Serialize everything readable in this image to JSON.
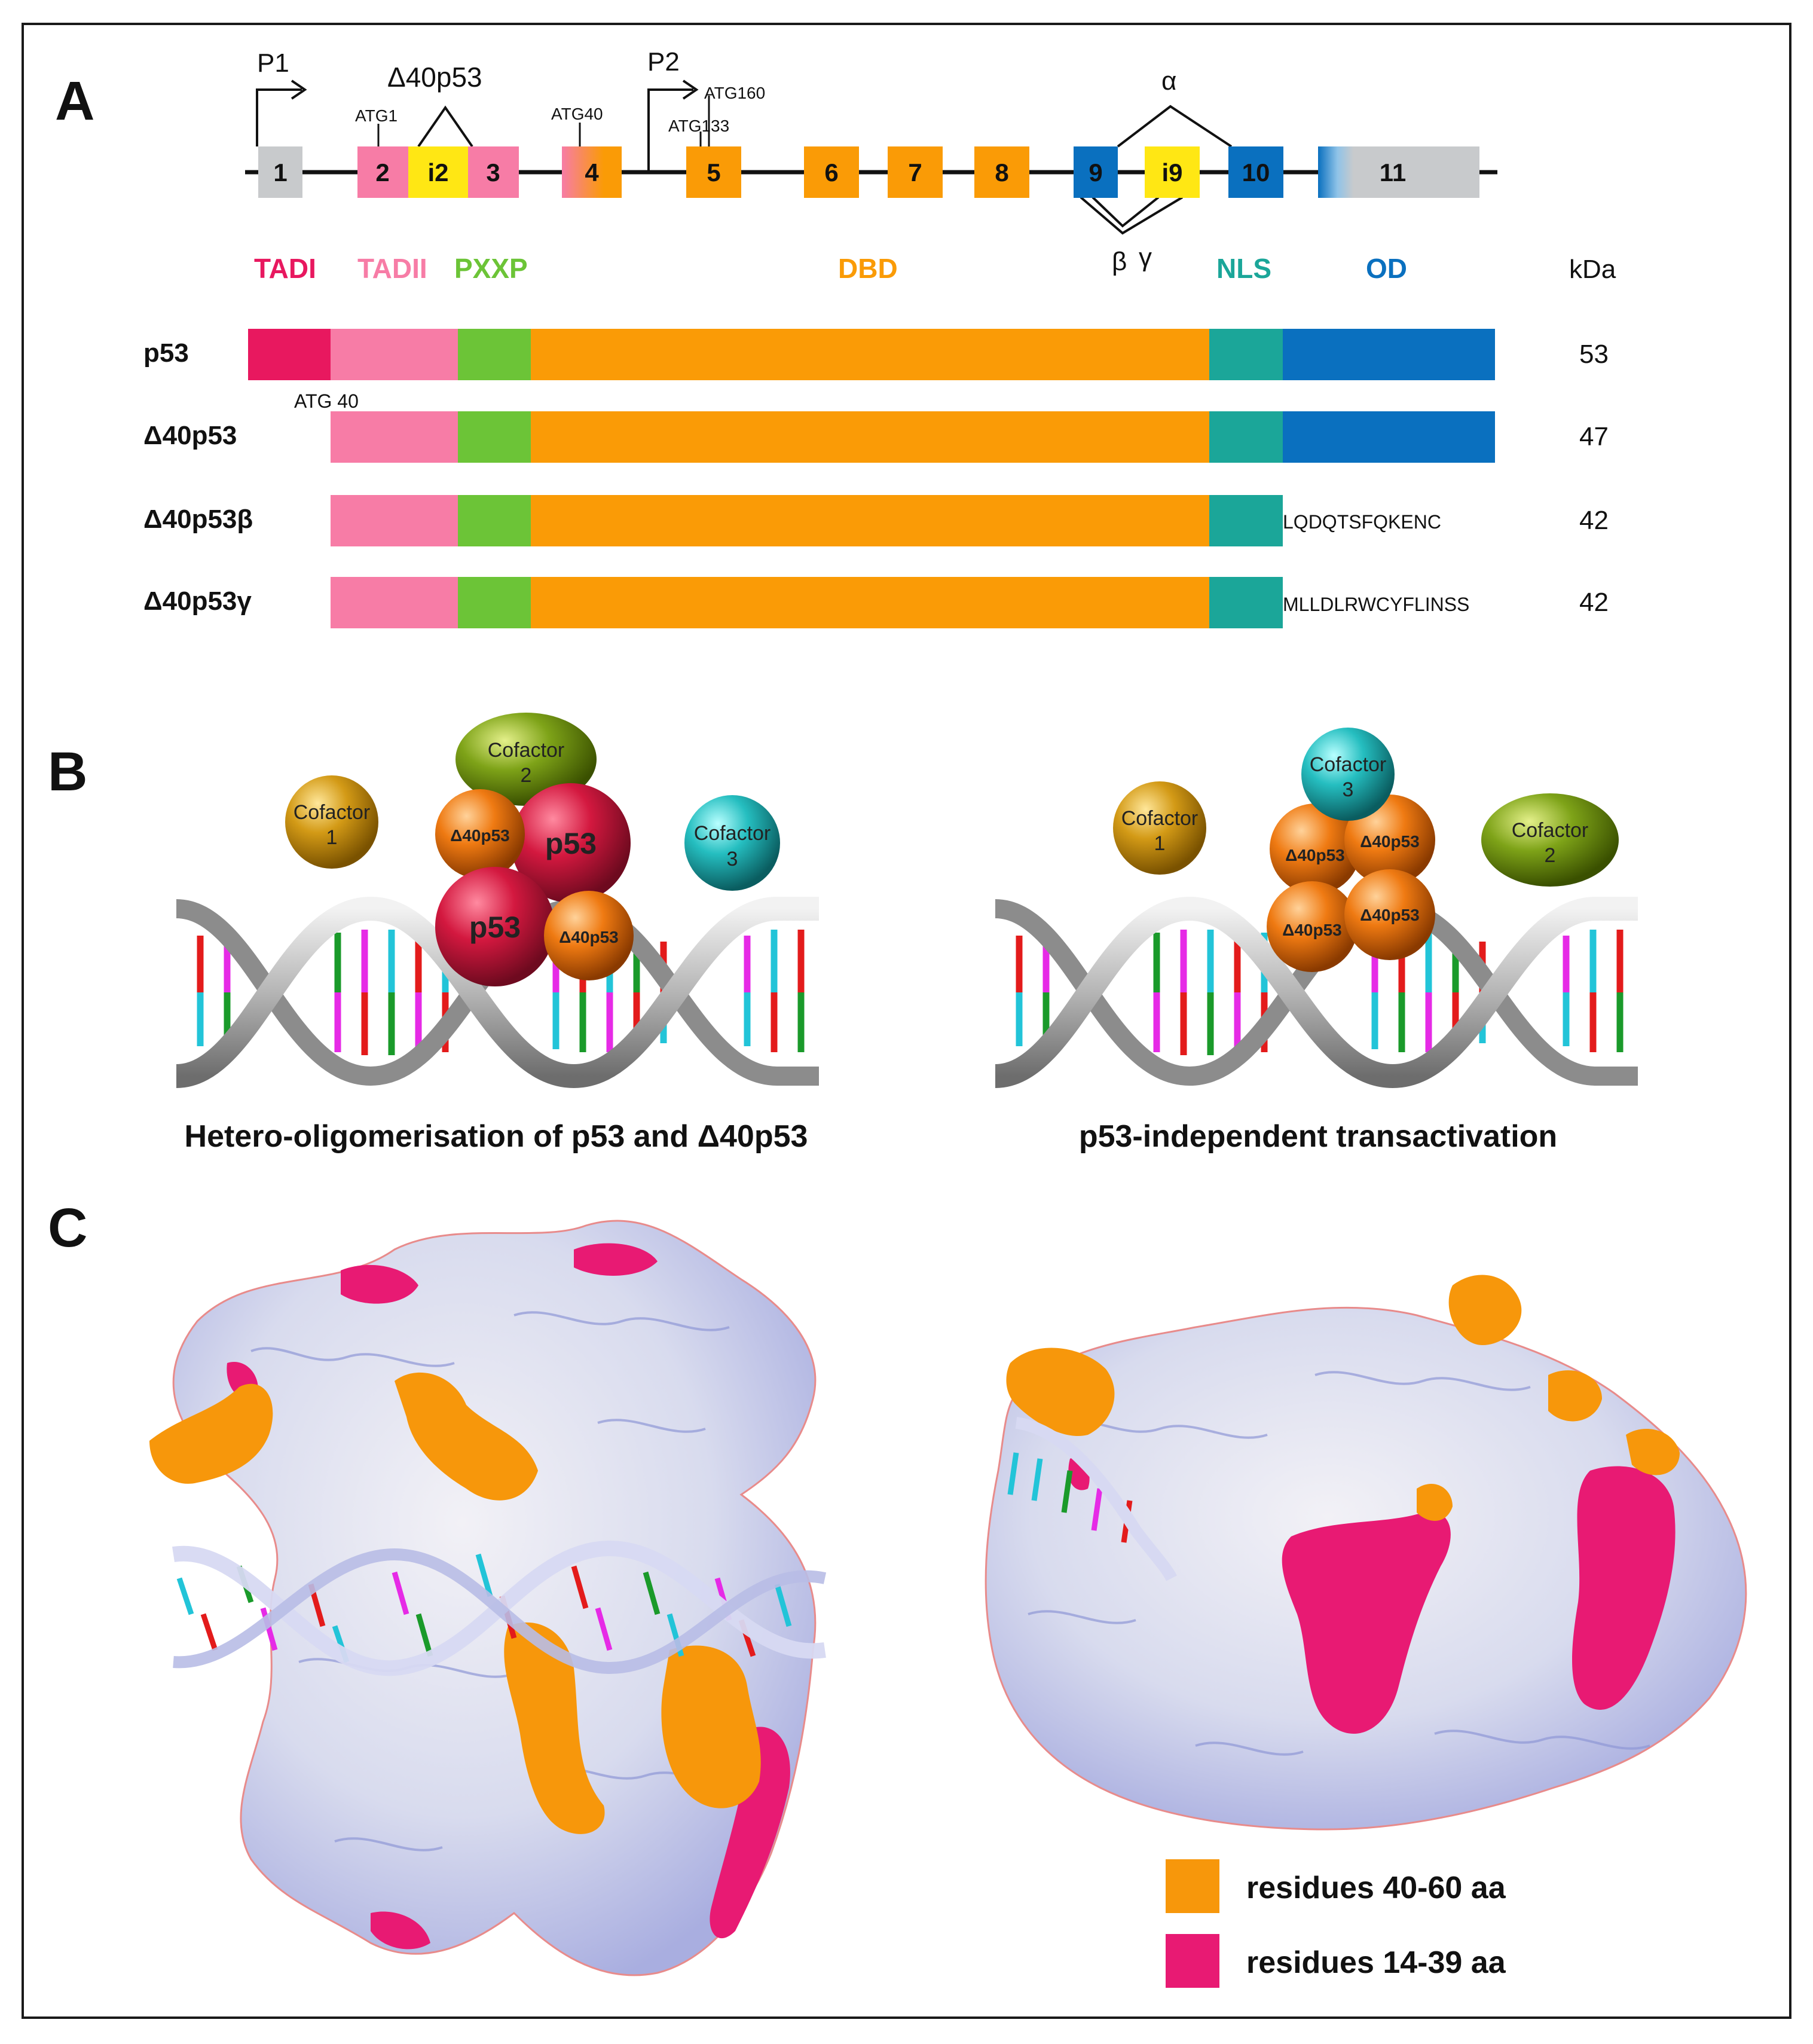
{
  "panel_labels": {
    "a": "A",
    "b": "B",
    "c": "C"
  },
  "colors": {
    "tad1": "#e8185f",
    "tad2": "#f77ca6",
    "pxxp": "#6cc437",
    "dbd": "#fa9b06",
    "nls": "#1ba699",
    "od": "#0a70bf",
    "exon_grey": "#c8cacc",
    "exon_pink": "#f77ca6",
    "exon_yellow": "#ffe714",
    "exon_orange": "#fa9b06",
    "exon_blue": "#0a70bf",
    "p53_ball": "#c8173f",
    "d40_ball": "#ef7a12",
    "cofactor1": "#d39a16",
    "cofactor2": "#7ea318",
    "cofactor3": "#25bec0",
    "residues_40_60": "#f7970b",
    "residues_14_39": "#e81a73",
    "protein_surface": "#dcdff0"
  },
  "gene": {
    "promoters": [
      "P1",
      "P2"
    ],
    "splice_labels": {
      "delta40": "Δ40p53",
      "alpha": "α",
      "beta": "β",
      "gamma": "γ"
    },
    "atg_labels": [
      "ATG1",
      "ATG40",
      "ATG160",
      "ATG133"
    ],
    "exons": [
      {
        "label": "1",
        "color": "exon_grey"
      },
      {
        "label": "2",
        "color": "exon_pink"
      },
      {
        "label": "i2",
        "color": "exon_yellow"
      },
      {
        "label": "3",
        "color": "exon_pink"
      },
      {
        "label": "4",
        "color": "exon_orange"
      },
      {
        "label": "5",
        "color": "exon_orange"
      },
      {
        "label": "6",
        "color": "exon_orange"
      },
      {
        "label": "7",
        "color": "exon_orange"
      },
      {
        "label": "8",
        "color": "exon_orange"
      },
      {
        "label": "9",
        "color": "exon_blue"
      },
      {
        "label": "i9",
        "color": "exon_yellow"
      },
      {
        "label": "10",
        "color": "exon_blue"
      },
      {
        "label": "11",
        "color": "exon_grey"
      }
    ]
  },
  "domains": {
    "tad1": "TADI",
    "tad2": "TADII",
    "pxxp": "PXXP",
    "dbd": "DBD",
    "nls": "NLS",
    "od": "OD",
    "kda_header": "kDa"
  },
  "isoforms": [
    {
      "name": "p53",
      "kda": "53",
      "tail": ""
    },
    {
      "name": "Δ40p53",
      "kda": "47",
      "tail": ""
    },
    {
      "name": "Δ40p53β",
      "kda": "42",
      "tail": "LQDQTSFQKENC"
    },
    {
      "name": "Δ40p53γ",
      "kda": "42",
      "tail": "MLLDLRWCYFLINSS"
    }
  ],
  "atg40_label": "ATG 40",
  "panel_b": {
    "left_caption": "Hetero-oligomerisation of p53 and Δ40p53",
    "right_caption": "p53-independent transactivation",
    "cofactor_word": "Cofactor",
    "cofactor_numbers": [
      "1",
      "2",
      "3"
    ],
    "p53_label": "p53",
    "d40_label": "Δ40p53"
  },
  "panel_c": {
    "legend": [
      {
        "label": "residues 40-60 aa",
        "color": "residues_40_60"
      },
      {
        "label": "residues 14-39 aa",
        "color": "residues_14_39"
      }
    ]
  }
}
